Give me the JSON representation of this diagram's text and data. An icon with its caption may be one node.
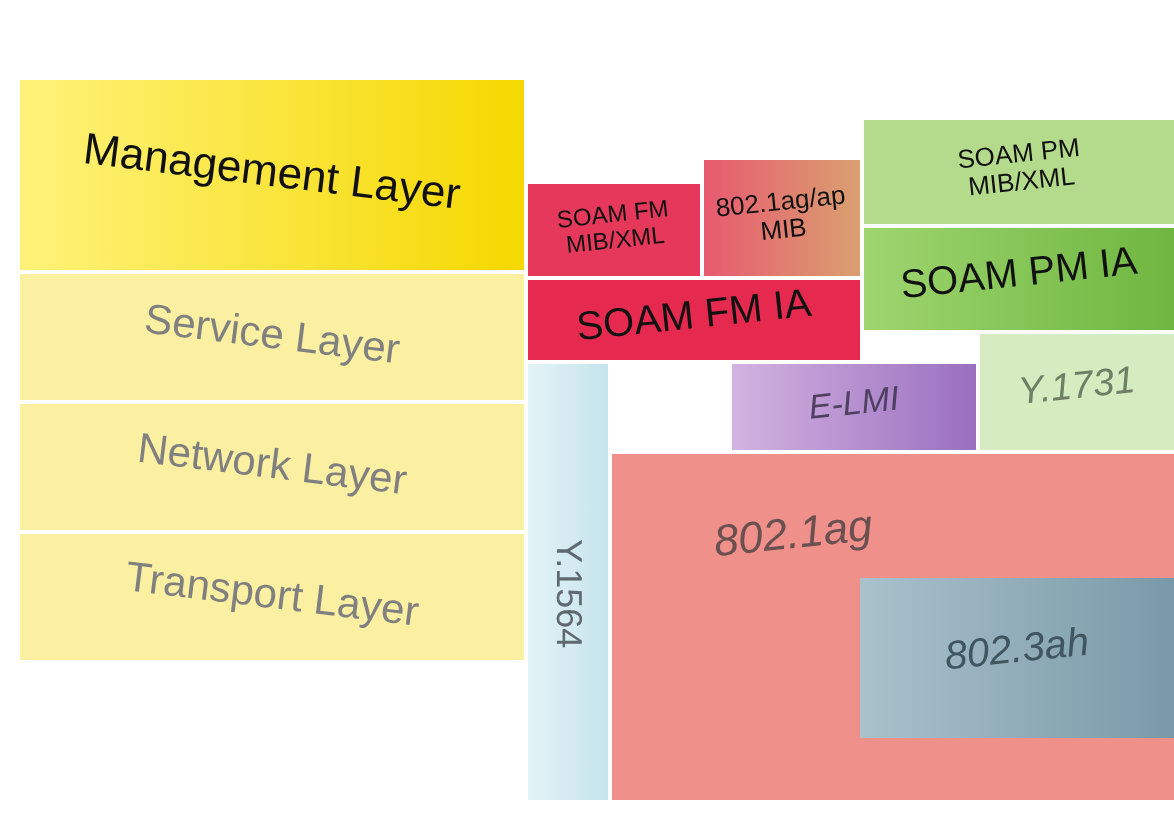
{
  "diagram": {
    "nodes": [
      {
        "text": [
          "Management Layer"
        ]
      },
      {
        "text": [
          "Service Layer"
        ]
      },
      {
        "text": [
          "Network Layer"
        ]
      },
      {
        "text": [
          "Transport Layer"
        ]
      },
      {
        "text": [
          "SOAM FM MIB/XML"
        ]
      },
      {
        "text": [
          "802.1ag/ap MIB"
        ]
      },
      {
        "text": [
          "SOAM PM MIB/XML"
        ]
      },
      {
        "text": [
          "SOAM FM IA"
        ]
      },
      {
        "text": [
          "SOAM PM IA"
        ]
      },
      {
        "text": [
          "E-LMI"
        ]
      },
      {
        "text": [
          "Y.1731"
        ]
      },
      {
        "text": [
          "Y.1564"
        ]
      },
      {
        "text": [
          "802.1ag"
        ]
      },
      {
        "text": [
          "802.3ah"
        ],
        "in": 12
      }
    ]
  }
}
